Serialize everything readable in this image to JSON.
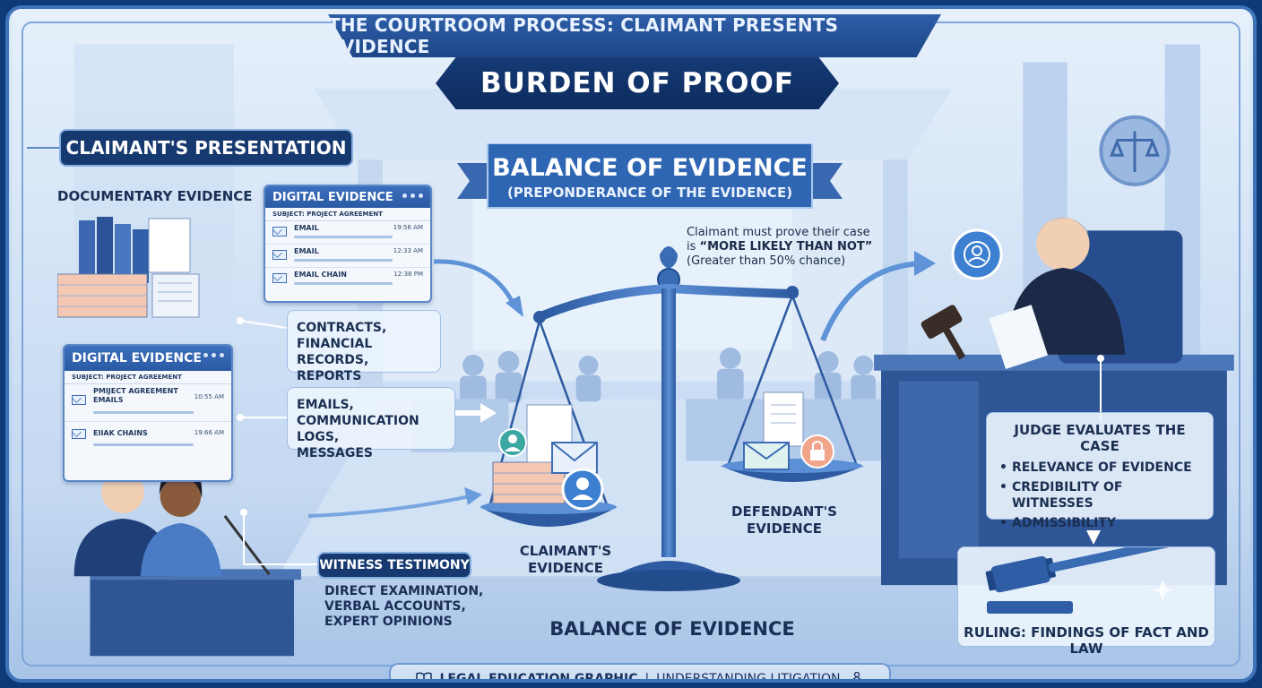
{
  "header": {
    "subtitle": "THE COURTROOM PROCESS: CLAIMANT PRESENTS EVIDENCE",
    "title": "BURDEN OF PROOF"
  },
  "claimant": {
    "section_title": "CLAIMANT'S PRESENTATION",
    "documentary_label": "DOCUMENTARY EVIDENCE",
    "documents_callout": [
      "CONTRACTS,",
      "FINANCIAL RECORDS,",
      "REPORTS"
    ],
    "communications_callout": [
      "EMAILS,",
      "COMMUNICATION LOGS,",
      "MESSAGES"
    ],
    "witness_title": "WITNESS TESTIMONY",
    "witness_details": [
      "DIRECT EXAMINATION,",
      "VERBAL ACCOUNTS,",
      "EXPERT OPINIONS"
    ]
  },
  "digital_window_top": {
    "title": "DIGITAL EVIDENCE",
    "subject": "SUBJECT: PROJECT AGREEMENT",
    "rows": [
      {
        "name": "EMAIL",
        "time": "19:56 AM"
      },
      {
        "name": "EMAIL",
        "time": "12:33 AM"
      },
      {
        "name": "EMAIL CHAIN",
        "time": "12:38 PM"
      }
    ]
  },
  "digital_window_left": {
    "title": "DIGITAL EVIDENCE",
    "subject": "SUBJECT: PROJECT AGREEMENT",
    "rows": [
      {
        "name": "PMIJECT AGREEMENT EMAILS",
        "time": "10:55 AM"
      },
      {
        "name": "EIIAK CHAINS",
        "time": "19:66 AM"
      }
    ]
  },
  "balance": {
    "ribbon_line1": "BALANCE OF EVIDENCE",
    "ribbon_line2": "(PREPONDERANCE OF THE EVIDENCE)",
    "standard_line1": "Claimant must prove their case",
    "standard_prefix": "is ",
    "standard_emphasis": "“MORE LIKELY THAN NOT”",
    "standard_line3": "(Greater than 50% chance)",
    "left_pan_label": [
      "CLAIMANT'S",
      "EVIDENCE"
    ],
    "right_pan_label": [
      "DEFENDANT'S",
      "EVIDENCE"
    ],
    "bottom_label": "BALANCE OF EVIDENCE"
  },
  "judge": {
    "panel_title": "JUDGE EVALUATES THE CASE",
    "criteria": [
      "RELEVANCE OF EVIDENCE",
      "CREDIBILITY OF WITNESSES",
      "ADMISSIBILITY"
    ],
    "ruling": "RULING: FINDINGS OF FACT AND LAW"
  },
  "footer": {
    "left": "LEGAL EDUCATION GRAPHIC",
    "separator": "|",
    "right": "UNDERSTANDING LITIGATION"
  },
  "colors": {
    "navy": "#16396f",
    "accent_blue": "#2f66b3",
    "panel_bg": "#ebf4fd",
    "scale_blue": "#3a6cb3"
  },
  "icons": [
    "book-icon",
    "network-icon",
    "envelope-icon",
    "user-icon",
    "lock-icon",
    "gavel-icon",
    "scales-icon"
  ]
}
